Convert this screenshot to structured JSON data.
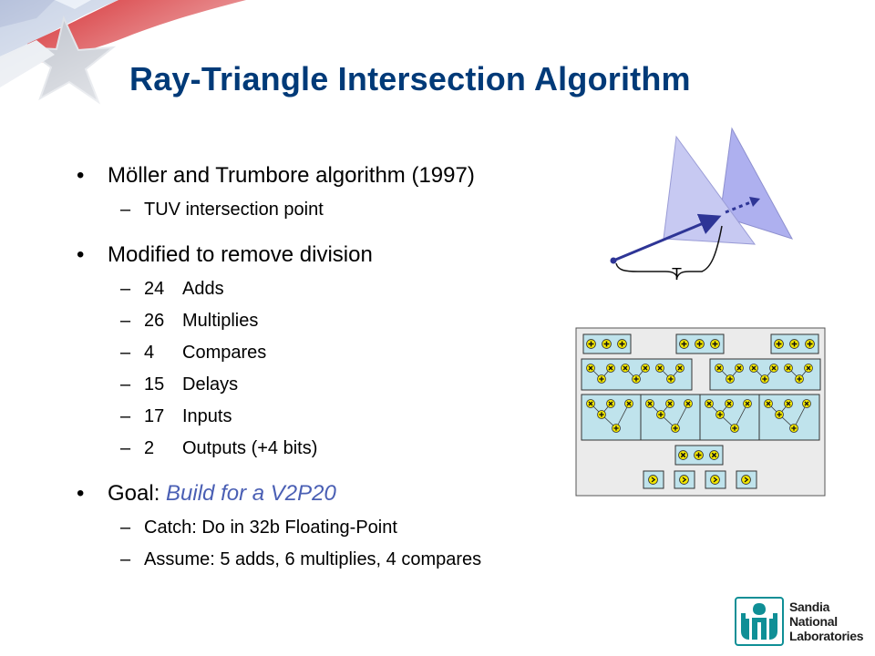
{
  "slide": {
    "title": "Ray-Triangle Intersection Algorithm",
    "bullets": [
      {
        "text": "Möller  and Trumbore algorithm (1997)",
        "subs": [
          {
            "text": "TUV intersection point"
          }
        ]
      },
      {
        "text": "Modified to remove division",
        "subs": [
          {
            "num": "24",
            "text": "Adds"
          },
          {
            "num": "26",
            "text": "Multiplies"
          },
          {
            "num": "4",
            "text": "Compares"
          },
          {
            "num": "15",
            "text": "Delays"
          },
          {
            "num": "17",
            "text": "Inputs"
          },
          {
            "num": "2",
            "text": "Outputs (+4 bits)"
          }
        ]
      },
      {
        "label": "Goal: ",
        "emphasis": "Build for a V2P20",
        "subs": [
          {
            "text": "Catch: Do in 32b Floating-Point"
          },
          {
            "text": "Assume: 5 adds, 6 multiplies, 4 compares"
          }
        ]
      }
    ]
  },
  "diagram": {
    "t_label": "T"
  },
  "logo": {
    "line1": "Sandia",
    "line2": "National",
    "line3": "Laboratories"
  },
  "colors": {
    "title": "#003a78",
    "goal_emphasis": "#4a5fb4",
    "triangle_front": "#c7c9f2",
    "triangle_back": "#aeb0ef",
    "ray": "#2e3596",
    "panel_bg": "#ebebeb",
    "op_box": "#bfe3ec",
    "op_node": "#f2e600",
    "logo_teal": "#0f8f96"
  }
}
